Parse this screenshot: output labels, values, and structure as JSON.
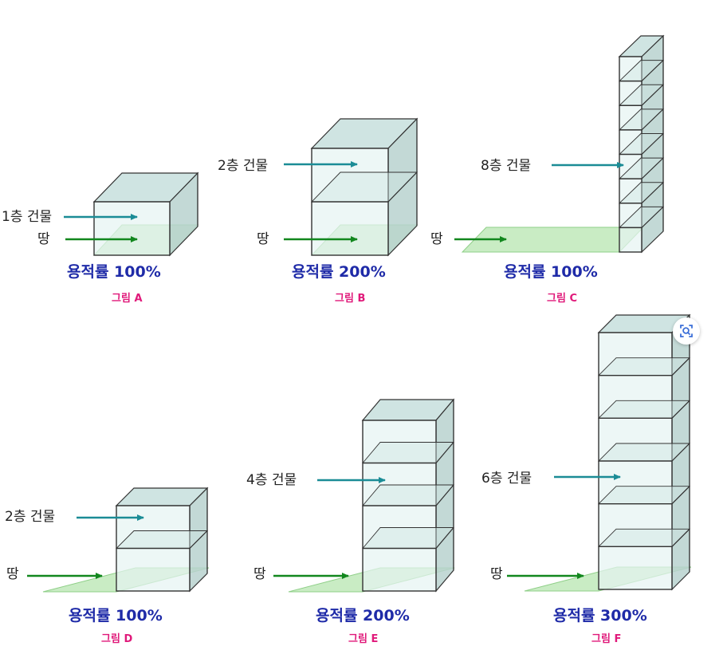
{
  "colors": {
    "face_front": "#e6f4f2",
    "face_top": "#cfe4e2",
    "face_side": "#b9d2cf",
    "edge": "#333333",
    "land": "#c9ecc4",
    "land_edge": "#8fcf88",
    "arrow_building": "#1b8c96",
    "arrow_land": "#12871e",
    "ratio_text": "#1f2ba8",
    "figure_caption": "#e0197a"
  },
  "figures": [
    {
      "id": "A",
      "caption": "그림 A",
      "ratio_label": "용적률 100%",
      "floors": 1,
      "building_label": "1층 건물",
      "land_label": "땅"
    },
    {
      "id": "B",
      "caption": "그림 B",
      "ratio_label": "용적률 200%",
      "floors": 2,
      "building_label": "2층 건물",
      "land_label": "땅"
    },
    {
      "id": "C",
      "caption": "그림 C",
      "ratio_label": "용적률 100%",
      "floors": 8,
      "building_label": "8층 건물",
      "land_label": "땅"
    },
    {
      "id": "D",
      "caption": "그림 D",
      "ratio_label": "용적률 100%",
      "floors": 2,
      "building_label": "2층 건물",
      "land_label": "땅"
    },
    {
      "id": "E",
      "caption": "그림 E",
      "ratio_label": "용적률 200%",
      "floors": 4,
      "building_label": "4층 건물",
      "land_label": "땅"
    },
    {
      "id": "F",
      "caption": "그림 F",
      "ratio_label": "용적률 300%",
      "floors": 6,
      "building_label": "6층 건물",
      "land_label": "땅"
    }
  ],
  "zoom_button": {
    "icon": "zoom-lens-icon"
  }
}
